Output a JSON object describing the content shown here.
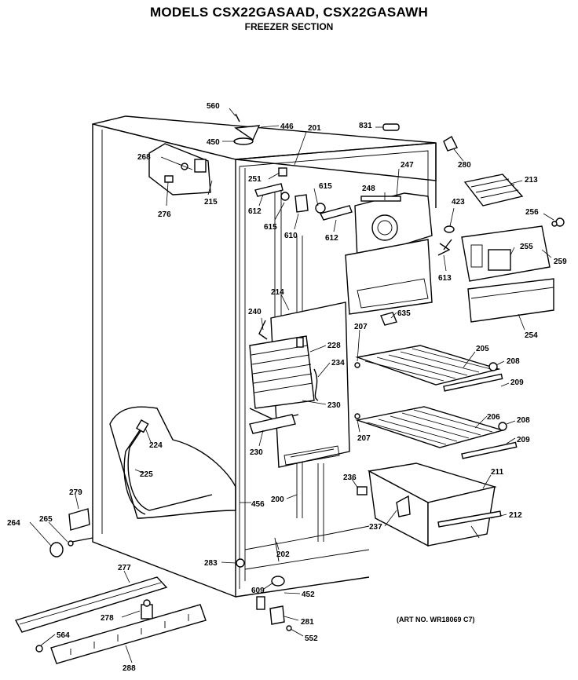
{
  "header": {
    "title": "MODELS CSX22GASAAD, CSX22GASAWH",
    "subtitle": "FREEZER SECTION"
  },
  "art_number": "(ART NO. WR18069 C7)",
  "callouts": [
    "560",
    "446",
    "450",
    "201",
    "831",
    "280",
    "268",
    "215",
    "276",
    "251",
    "615",
    "612",
    "610",
    "615",
    "612",
    "247",
    "248",
    "423",
    "213",
    "256",
    "613",
    "255",
    "259",
    "214",
    "240",
    "635",
    "207",
    "228",
    "234",
    "205",
    "208",
    "209",
    "230",
    "206",
    "208",
    "207",
    "209",
    "230",
    "224",
    "225",
    "279",
    "236",
    "211",
    "456",
    "200",
    "264",
    "265",
    "237",
    "212",
    "202",
    "277",
    "283",
    "609",
    "452",
    "278",
    "281",
    "564",
    "552",
    "288",
    "254"
  ]
}
